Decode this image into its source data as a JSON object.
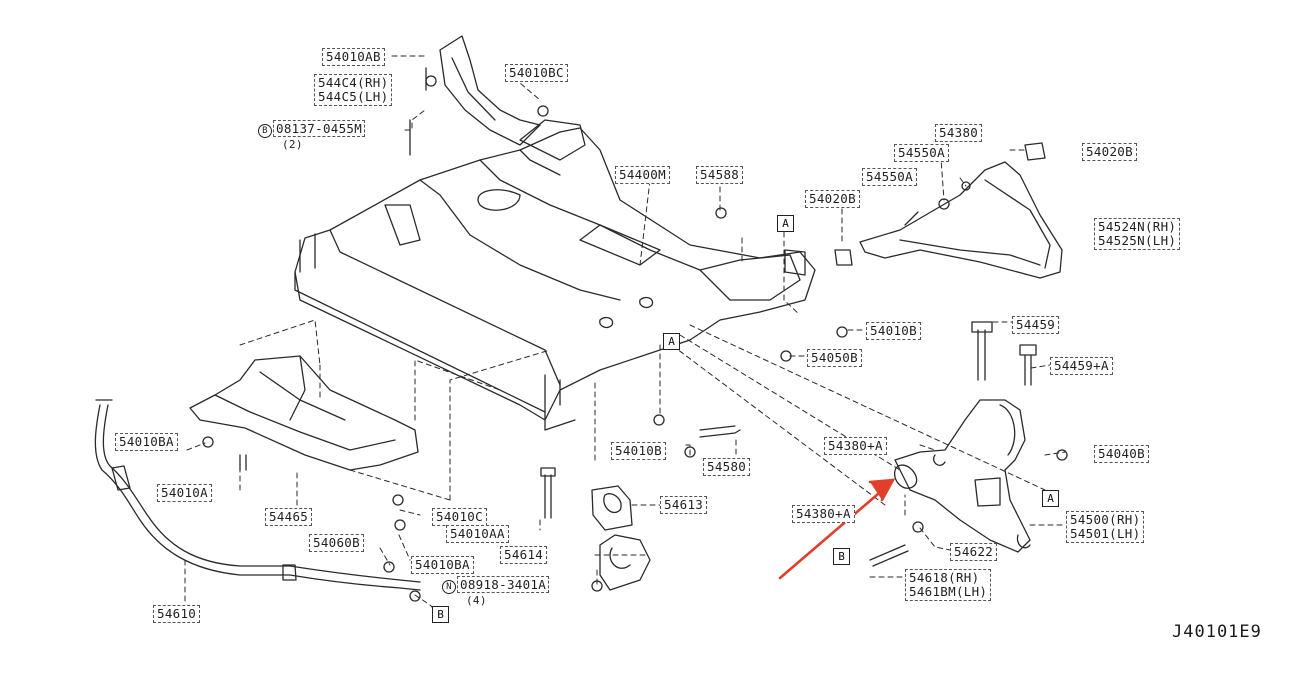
{
  "labels": {
    "p54010AB": "54010AB",
    "p544C4": "544C4(RH)",
    "p544C5": "544C5(LH)",
    "bolt_prefix": "B",
    "bolt": "08137-0455M",
    "bolt_qty": "(2)",
    "p54010BC": "54010BC",
    "p54400M": "54400M",
    "p54588": "54588",
    "p54380": "54380",
    "p54550A_1": "54550A",
    "p54550A_2": "54550A",
    "p54020B_top": "54020B",
    "p54020B_left": "54020B",
    "p54524N": "54524N(RH)",
    "p54525N": "54525N(LH)",
    "p54010B_right": "54010B",
    "p54050B": "54050B",
    "p54459": "54459",
    "p54459A": "54459+A",
    "p54380A_top": "54380+A",
    "p54040B": "54040B",
    "p54380A_bottom": "54380+A",
    "p54500": "54500(RH)",
    "p54501": "54501(LH)",
    "p54622": "54622",
    "p54618": "54618(RH)",
    "p54618M": "5461BM(LH)",
    "p54010BA_left": "54010BA",
    "p54010A": "54010A",
    "p54465": "54465",
    "p54010C": "54010C",
    "p54010AA": "54010AA",
    "p54010B_mid": "54010B",
    "p54580": "54580",
    "p54613": "54613",
    "p54614": "54614",
    "p54060B": "54060B",
    "p54010BA_bottom": "54010BA",
    "nut_prefix": "N",
    "nut": "08918-3401A",
    "nut_qty": "(4)",
    "p54610": "54610",
    "ref_A1": "A",
    "ref_A2": "A",
    "ref_A3": "A",
    "ref_B1": "B",
    "ref_B2": "B",
    "drawing_code": "J40101E9"
  },
  "colors": {
    "line": "#2a2a2a",
    "arrow": "#e0402a"
  }
}
